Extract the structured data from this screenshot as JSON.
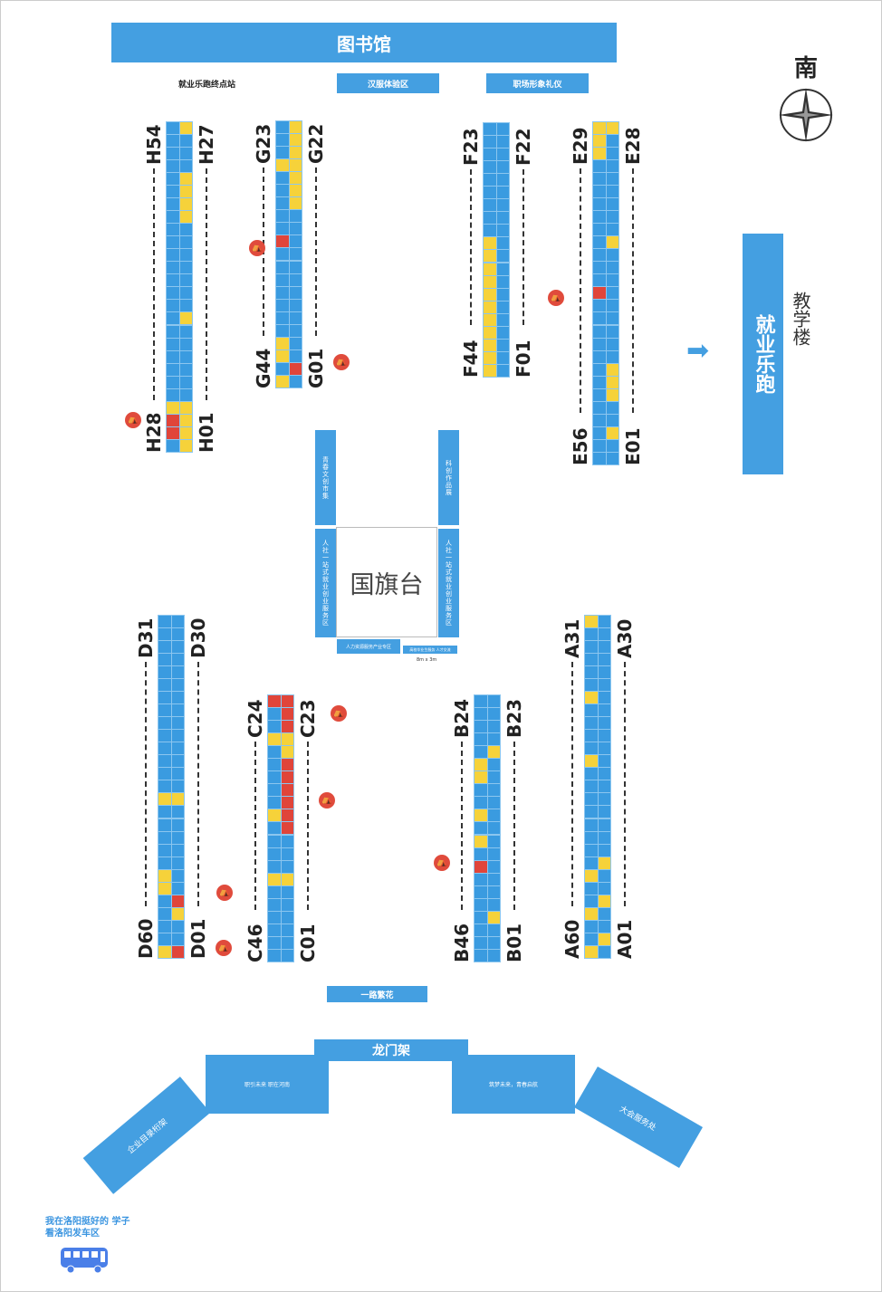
{
  "title": "图书馆",
  "top_labels": {
    "finish": "就业乐跑终点站",
    "hanfu": "汉服体验区",
    "etiquette": "职场形象礼仪"
  },
  "compass": {
    "direction": "南"
  },
  "run": {
    "label": "就业乐跑",
    "building": "教学楼"
  },
  "center": {
    "flag": "国旗台",
    "left_top": "青春文创市集",
    "right_top": "科创作品展",
    "left_bottom": "人社一站式就业创业服务区",
    "right_bottom": "人社一站式就业创业服务区",
    "bottom_left": "人力资源服务产业专区",
    "bottom_right": "高校毕业生服务 人才交流",
    "size": "8m x 3m"
  },
  "bottom": {
    "flowers": "一路繁花",
    "gate": "龙门架",
    "left_panel": "职引未来 职在河南",
    "right_panel": "筑梦未来，青春启航",
    "left_wing": "企业目录桁架",
    "right_wing": "大会服务处",
    "bus_area": "我在洛阳挺好的 学子看洛阳发车区"
  },
  "colors": {
    "booth": "#3a9be0",
    "occupied_yellow": "#f6d23a",
    "occupied_red": "#e0453a"
  },
  "rows": [
    {
      "id": "H",
      "rows": 26,
      "left_top": "H54",
      "left_bottom": "H28",
      "right_top": "H27",
      "right_bottom": "H01",
      "marks": [
        [
          1,
          0,
          "y"
        ],
        [
          1,
          4,
          "y"
        ],
        [
          1,
          5,
          "y"
        ],
        [
          1,
          6,
          "y"
        ],
        [
          1,
          7,
          "y"
        ],
        [
          1,
          15,
          "y"
        ],
        [
          0,
          22,
          "y"
        ],
        [
          0,
          23,
          "r"
        ],
        [
          0,
          24,
          "r"
        ],
        [
          1,
          22,
          "y"
        ],
        [
          1,
          23,
          "y"
        ],
        [
          1,
          24,
          "y"
        ],
        [
          1,
          25,
          "y"
        ]
      ]
    },
    {
      "id": "G",
      "rows": 21,
      "left_top": "G23",
      "left_bottom": "G44",
      "right_top": "G22",
      "right_bottom": "G01",
      "marks": [
        [
          1,
          0,
          "y"
        ],
        [
          1,
          1,
          "y"
        ],
        [
          1,
          2,
          "y"
        ],
        [
          1,
          3,
          "y"
        ],
        [
          1,
          4,
          "y"
        ],
        [
          1,
          5,
          "y"
        ],
        [
          1,
          6,
          "y"
        ],
        [
          0,
          3,
          "y"
        ],
        [
          0,
          9,
          "r"
        ],
        [
          0,
          17,
          "y"
        ],
        [
          0,
          18,
          "y"
        ],
        [
          1,
          19,
          "r"
        ],
        [
          0,
          20,
          "y"
        ]
      ]
    },
    {
      "id": "F",
      "rows": 20,
      "left_top": "F23",
      "left_bottom": "F44",
      "right_top": "F22",
      "right_bottom": "F01",
      "marks": [
        [
          0,
          9,
          "y"
        ],
        [
          0,
          10,
          "y"
        ],
        [
          0,
          11,
          "y"
        ],
        [
          0,
          12,
          "y"
        ],
        [
          0,
          13,
          "y"
        ],
        [
          0,
          14,
          "y"
        ],
        [
          0,
          15,
          "y"
        ],
        [
          0,
          16,
          "y"
        ],
        [
          0,
          17,
          "y"
        ],
        [
          0,
          18,
          "y"
        ],
        [
          0,
          19,
          "y"
        ]
      ]
    },
    {
      "id": "E",
      "rows": 27,
      "left_top": "E29",
      "left_bottom": "E56",
      "right_top": "E28",
      "right_bottom": "E01",
      "marks": [
        [
          0,
          0,
          "y"
        ],
        [
          0,
          1,
          "y"
        ],
        [
          0,
          2,
          "y"
        ],
        [
          1,
          0,
          "y"
        ],
        [
          1,
          9,
          "y"
        ],
        [
          0,
          13,
          "r"
        ],
        [
          1,
          19,
          "y"
        ],
        [
          1,
          20,
          "y"
        ],
        [
          1,
          21,
          "y"
        ],
        [
          1,
          24,
          "y"
        ]
      ]
    },
    {
      "id": "D",
      "rows": 27,
      "left_top": "D31",
      "left_bottom": "D60",
      "right_top": "D30",
      "right_bottom": "D01",
      "marks": [
        [
          0,
          14,
          "y"
        ],
        [
          1,
          14,
          "y"
        ],
        [
          0,
          20,
          "y"
        ],
        [
          0,
          21,
          "y"
        ],
        [
          1,
          22,
          "r"
        ],
        [
          1,
          23,
          "y"
        ],
        [
          0,
          26,
          "y"
        ],
        [
          1,
          26,
          "r"
        ]
      ]
    },
    {
      "id": "C",
      "rows": 21,
      "left_top": "C24",
      "left_bottom": "C46",
      "right_top": "C23",
      "right_bottom": "C01",
      "marks": [
        [
          0,
          0,
          "r"
        ],
        [
          1,
          0,
          "r"
        ],
        [
          1,
          1,
          "r"
        ],
        [
          1,
          2,
          "r"
        ],
        [
          1,
          3,
          "y"
        ],
        [
          1,
          4,
          "y"
        ],
        [
          1,
          5,
          "r"
        ],
        [
          1,
          6,
          "r"
        ],
        [
          1,
          7,
          "r"
        ],
        [
          1,
          8,
          "r"
        ],
        [
          1,
          9,
          "r"
        ],
        [
          1,
          10,
          "r"
        ],
        [
          0,
          3,
          "y"
        ],
        [
          0,
          9,
          "y"
        ],
        [
          0,
          14,
          "y"
        ],
        [
          1,
          14,
          "y"
        ]
      ]
    },
    {
      "id": "B",
      "rows": 21,
      "left_top": "B24",
      "left_bottom": "B46",
      "right_top": "B23",
      "right_bottom": "B01",
      "marks": [
        [
          1,
          4,
          "y"
        ],
        [
          0,
          5,
          "y"
        ],
        [
          0,
          6,
          "y"
        ],
        [
          0,
          9,
          "y"
        ],
        [
          0,
          11,
          "y"
        ],
        [
          0,
          13,
          "r"
        ],
        [
          1,
          17,
          "y"
        ]
      ]
    },
    {
      "id": "A",
      "rows": 27,
      "left_top": "A31",
      "left_bottom": "A60",
      "right_top": "A30",
      "right_bottom": "A01",
      "marks": [
        [
          0,
          0,
          "y"
        ],
        [
          0,
          6,
          "y"
        ],
        [
          0,
          11,
          "y"
        ],
        [
          1,
          19,
          "y"
        ],
        [
          0,
          20,
          "y"
        ],
        [
          1,
          22,
          "y"
        ],
        [
          0,
          23,
          "y"
        ],
        [
          1,
          25,
          "y"
        ],
        [
          0,
          26,
          "y"
        ]
      ]
    }
  ]
}
